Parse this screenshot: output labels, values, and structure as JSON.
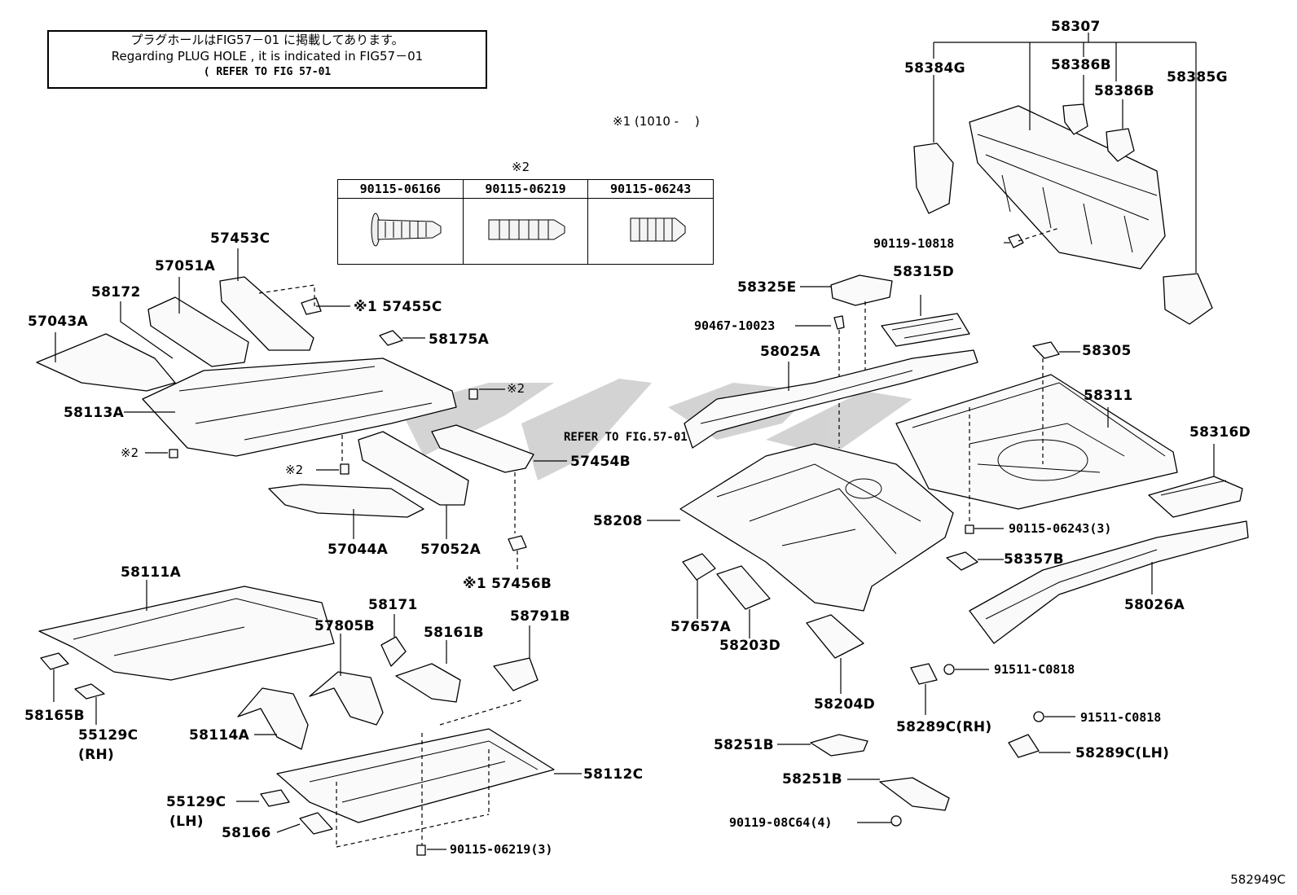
{
  "note": {
    "line_jp": "プラグホールはFIG57－01 に掲載してあります。",
    "line_en": "Regarding PLUG HOLE , it is indicated in FIG57－01",
    "line_ref": "( REFER TO FIG 57-01"
  },
  "star_notes": {
    "note1": "※1 (1010 -　 )",
    "table_mark": "※2"
  },
  "fastener_table": {
    "columns": [
      "90115-06166",
      "90115-06219",
      "90115-06243"
    ]
  },
  "refer_fig_text": "REFER TO FIG.57-01",
  "figure_number": "582949C",
  "parts": [
    {
      "id": "p-58307",
      "text": "58307"
    },
    {
      "id": "p-58384G",
      "text": "58384G"
    },
    {
      "id": "p-58386B-a",
      "text": "58386B"
    },
    {
      "id": "p-58386B-b",
      "text": "58386B"
    },
    {
      "id": "p-58385G",
      "text": "58385G"
    },
    {
      "id": "p-90119-10818",
      "text": "90119-10818"
    },
    {
      "id": "p-58325E",
      "text": "58325E"
    },
    {
      "id": "p-58315D",
      "text": "58315D"
    },
    {
      "id": "p-90467-10023",
      "text": "90467-10023"
    },
    {
      "id": "p-58025A",
      "text": "58025A"
    },
    {
      "id": "p-58305",
      "text": "58305"
    },
    {
      "id": "p-58311",
      "text": "58311"
    },
    {
      "id": "p-58316D",
      "text": "58316D"
    },
    {
      "id": "p-58208",
      "text": "58208"
    },
    {
      "id": "p-90115-06243-3",
      "text": "90115-06243(3)"
    },
    {
      "id": "p-58357B",
      "text": "58357B"
    },
    {
      "id": "p-58026A",
      "text": "58026A"
    },
    {
      "id": "p-57657A",
      "text": "57657A"
    },
    {
      "id": "p-58203D",
      "text": "58203D"
    },
    {
      "id": "p-58204D",
      "text": "58204D"
    },
    {
      "id": "p-91511-C0818-a",
      "text": "91511-C0818"
    },
    {
      "id": "p-58289C-RH",
      "text": "58289C(RH)"
    },
    {
      "id": "p-91511-C0818-b",
      "text": "91511-C0818"
    },
    {
      "id": "p-58289C-LH",
      "text": "58289C(LH)"
    },
    {
      "id": "p-58251B-a",
      "text": "58251B"
    },
    {
      "id": "p-58251B-b",
      "text": "58251B"
    },
    {
      "id": "p-90119-08C64-4",
      "text": "90119-08C64(4)"
    },
    {
      "id": "p-57453C",
      "text": "57453C"
    },
    {
      "id": "p-57051A",
      "text": "57051A"
    },
    {
      "id": "p-58172",
      "text": "58172"
    },
    {
      "id": "p-57043A",
      "text": "57043A"
    },
    {
      "id": "p-57455C",
      "text": "※1 57455C"
    },
    {
      "id": "p-58175A",
      "text": "58175A"
    },
    {
      "id": "p-58113A",
      "text": "58113A"
    },
    {
      "id": "p-star2-a",
      "text": "※2"
    },
    {
      "id": "p-star2-b",
      "text": "※2"
    },
    {
      "id": "p-star2-c",
      "text": "※2"
    },
    {
      "id": "p-57454B",
      "text": "57454B"
    },
    {
      "id": "p-57044A",
      "text": "57044A"
    },
    {
      "id": "p-57052A",
      "text": "57052A"
    },
    {
      "id": "p-57456B",
      "text": "※1 57456B"
    },
    {
      "id": "p-58111A",
      "text": "58111A"
    },
    {
      "id": "p-58171",
      "text": "58171"
    },
    {
      "id": "p-57805B",
      "text": "57805B"
    },
    {
      "id": "p-58161B",
      "text": "58161B"
    },
    {
      "id": "p-58791B",
      "text": "58791B"
    },
    {
      "id": "p-58165B",
      "text": "58165B"
    },
    {
      "id": "p-55129C-RH",
      "text": "55129C"
    },
    {
      "id": "p-RH",
      "text": "(RH)"
    },
    {
      "id": "p-58114A",
      "text": "58114A"
    },
    {
      "id": "p-58112C",
      "text": "58112C"
    },
    {
      "id": "p-55129C-LH",
      "text": "55129C"
    },
    {
      "id": "p-LH",
      "text": "(LH)"
    },
    {
      "id": "p-58166",
      "text": "58166"
    },
    {
      "id": "p-90115-06219-3",
      "text": "90115-06219(3)"
    }
  ]
}
